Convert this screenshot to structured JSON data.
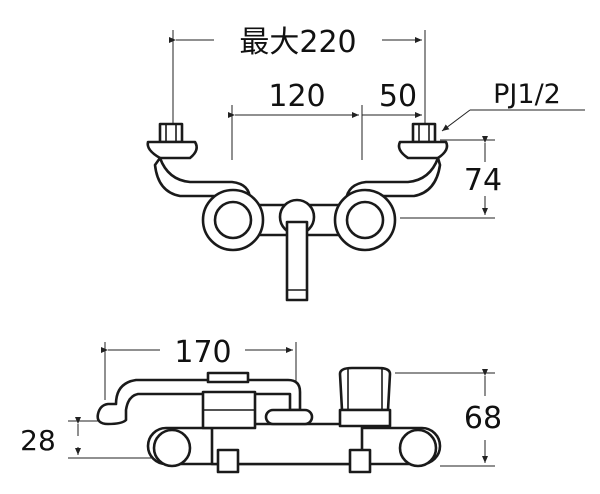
{
  "dimensions": {
    "max_width": "最大220",
    "center_spacing": "120",
    "offset_right": "50",
    "height_top": "74",
    "spout_reach": "170",
    "spout_height": "28",
    "overall_height": "68"
  },
  "labels": {
    "thread": "PJ1/2"
  }
}
